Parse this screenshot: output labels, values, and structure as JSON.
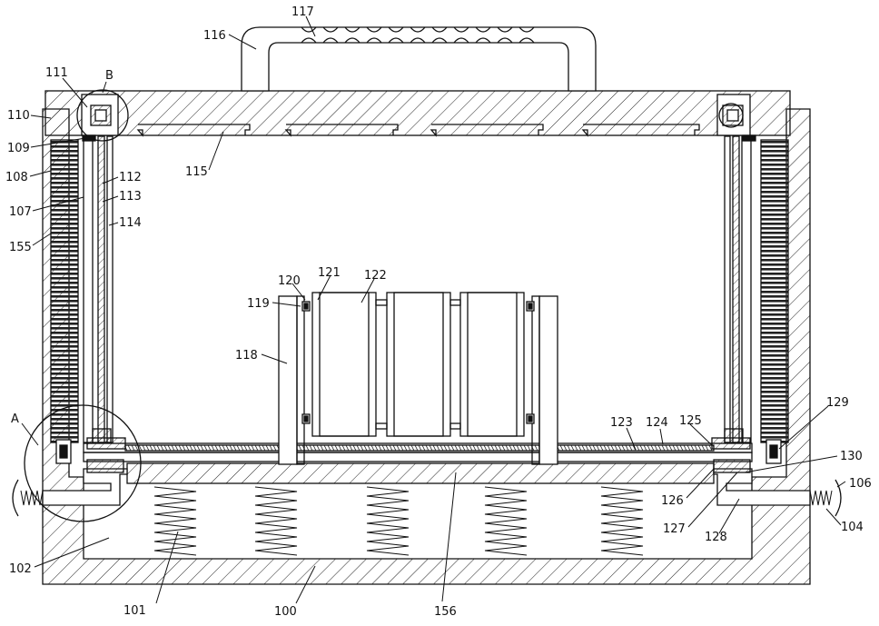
{
  "figure": {
    "labels": [
      {
        "key": "l100",
        "text": "100"
      },
      {
        "key": "l101",
        "text": "101"
      },
      {
        "key": "l102",
        "text": "102"
      },
      {
        "key": "l104",
        "text": "104"
      },
      {
        "key": "l106",
        "text": "106"
      },
      {
        "key": "l107",
        "text": "107"
      },
      {
        "key": "l108",
        "text": "108"
      },
      {
        "key": "l109",
        "text": "109"
      },
      {
        "key": "l110",
        "text": "110"
      },
      {
        "key": "l111",
        "text": "111"
      },
      {
        "key": "l112",
        "text": "112"
      },
      {
        "key": "l113",
        "text": "113"
      },
      {
        "key": "l114",
        "text": "114"
      },
      {
        "key": "l115",
        "text": "115"
      },
      {
        "key": "l116",
        "text": "116"
      },
      {
        "key": "l117",
        "text": "117"
      },
      {
        "key": "l118",
        "text": "118"
      },
      {
        "key": "l119",
        "text": "119"
      },
      {
        "key": "l120",
        "text": "120"
      },
      {
        "key": "l121",
        "text": "121"
      },
      {
        "key": "l122",
        "text": "122"
      },
      {
        "key": "l123",
        "text": "123"
      },
      {
        "key": "l124",
        "text": "124"
      },
      {
        "key": "l125",
        "text": "125"
      },
      {
        "key": "l126",
        "text": "126"
      },
      {
        "key": "l127",
        "text": "127"
      },
      {
        "key": "l128",
        "text": "128"
      },
      {
        "key": "l129",
        "text": "129"
      },
      {
        "key": "l130",
        "text": "130"
      },
      {
        "key": "l155",
        "text": "155"
      },
      {
        "key": "l156",
        "text": "156"
      },
      {
        "key": "lA",
        "text": "A"
      },
      {
        "key": "lB",
        "text": "B"
      }
    ]
  }
}
